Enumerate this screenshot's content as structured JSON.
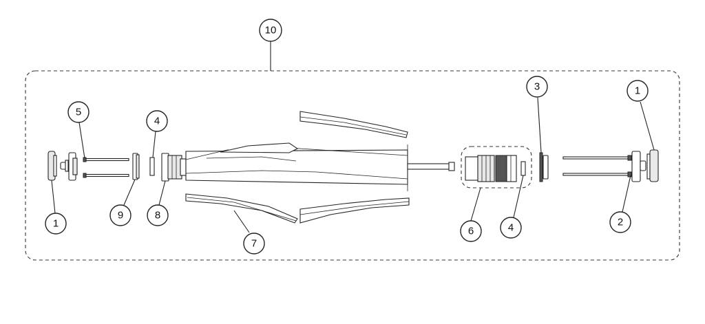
{
  "callouts": {
    "c10": "10",
    "c5": "5",
    "c4_left": "4",
    "c1_left": "1",
    "c9": "9",
    "c8": "8",
    "c7": "7",
    "c6": "6",
    "c4_right": "4",
    "c3": "3",
    "c1_right": "1",
    "c2": "2"
  }
}
